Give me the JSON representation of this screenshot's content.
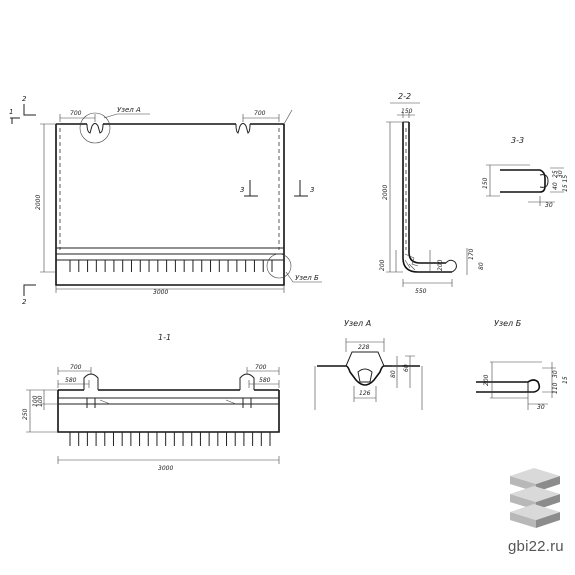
{
  "views": {
    "main": {
      "section_top": "2",
      "section_bottom": "2",
      "section_left": "1",
      "section_33": "3",
      "dim_700_left": "700",
      "dim_700_right": "700",
      "dim_height": "2000",
      "dim_width": "3000",
      "node_a": "Узел А",
      "node_b": "Узел Б"
    },
    "section_22": {
      "title": "2-2",
      "dim_150": "150",
      "dim_2000": "2000",
      "dim_200_left": "200",
      "dim_200_right": "200",
      "dim_170": "170",
      "dim_80": "80",
      "dim_550": "550"
    },
    "section_33": {
      "title": "3-3",
      "dim_150": "150",
      "dim_30": "30",
      "dim_right_a": "25",
      "dim_right_b": "40",
      "dim_right_c": "30",
      "dim_right_d": "15 15"
    },
    "section_11": {
      "title": "1-1",
      "dim_700_left": "700",
      "dim_700_right": "700",
      "dim_580_left": "580",
      "dim_580_right": "580",
      "dim_250": "250",
      "dim_100_a": "100",
      "dim_100_b": "100",
      "dim_3000": "3000"
    },
    "node_a_detail": {
      "title": "Узел А",
      "dim_228": "228",
      "dim_126": "126",
      "dim_80": "80",
      "dim_60": "60"
    },
    "node_b_detail": {
      "title": "Узел Б",
      "dim_200": "200",
      "dim_30_top": "30",
      "dim_30_bottom": "30",
      "dim_15": "15",
      "dim_110": "110"
    }
  },
  "brand": {
    "site": "gbi22.ru",
    "logo_colors": [
      "#d9d9d9",
      "#b8b8b8",
      "#8c8c8c"
    ]
  }
}
